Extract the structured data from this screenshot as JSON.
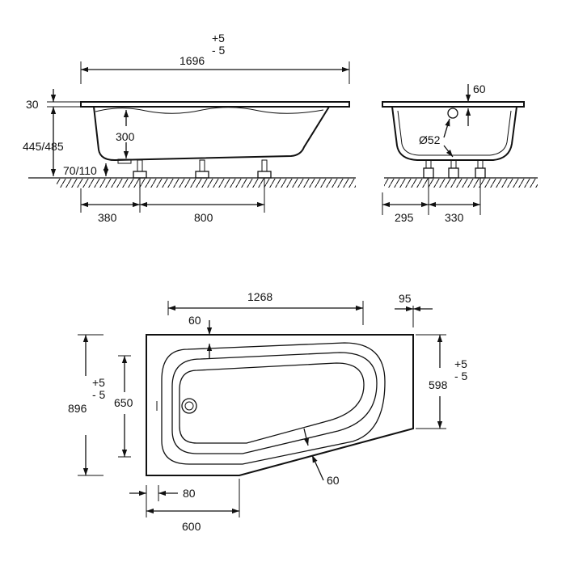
{
  "drawing": {
    "side_view": {
      "length": "1696",
      "length_tol_plus": "+5",
      "length_tol_minus": "- 5",
      "rim": "30",
      "height": "445/485",
      "depth": "300",
      "foot_height": "70/110",
      "leg_offset": "380",
      "leg_spacing": "800"
    },
    "end_view": {
      "rim": "60",
      "drain": "Ø52",
      "leg_offset": "295",
      "leg_spacing": "330"
    },
    "plan_view": {
      "top_length": "1268",
      "corner": "95",
      "inner_edge": "60",
      "right_width": "598",
      "right_tol_plus": "+5",
      "right_tol_minus": "- 5",
      "total_width": "896",
      "width_tol_plus": "+5",
      "width_tol_minus": "- 5",
      "inner_width": "650",
      "diagonal_edge": "60",
      "bottom_offset": "80",
      "bottom_length": "600"
    },
    "stroke_color": "#111111"
  }
}
